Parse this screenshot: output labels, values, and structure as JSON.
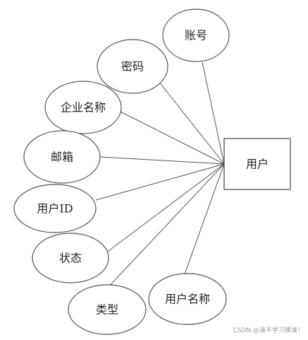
{
  "entity": {
    "label": "用户"
  },
  "attributes": [
    {
      "id": "account",
      "label": "账号"
    },
    {
      "id": "password",
      "label": "密码"
    },
    {
      "id": "company-name",
      "label": "企业名称"
    },
    {
      "id": "email",
      "label": "邮箱"
    },
    {
      "id": "user-id",
      "label": "用户ID"
    },
    {
      "id": "status",
      "label": "状态"
    },
    {
      "id": "type",
      "label": "类型"
    },
    {
      "id": "user-name",
      "label": "用户名称"
    }
  ],
  "watermark": "CSDN @谁不学习揍谁！"
}
